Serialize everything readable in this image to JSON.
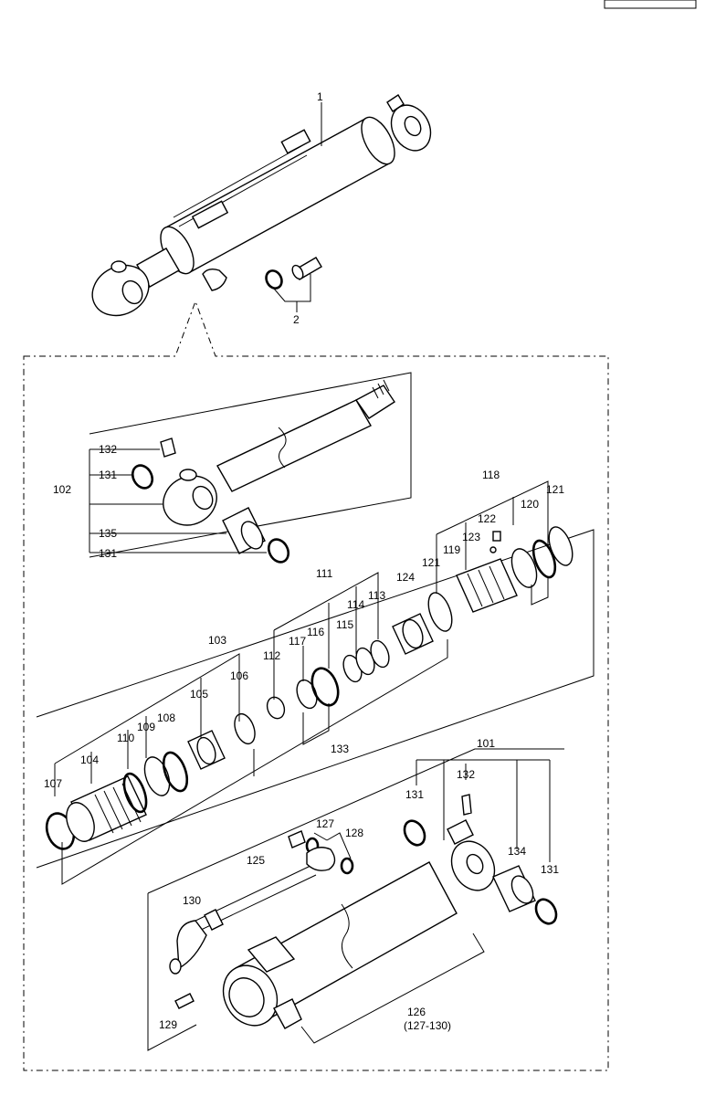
{
  "header_box": "",
  "labels": {
    "l1": "1",
    "l2": "2",
    "l101": "101",
    "l102": "102",
    "l103": "103",
    "l104": "104",
    "l105": "105",
    "l106": "106",
    "l107": "107",
    "l108": "108",
    "l109": "109",
    "l110": "110",
    "l111": "111",
    "l112": "112",
    "l113": "113",
    "l114": "114",
    "l115": "115",
    "l116": "116",
    "l117": "117",
    "l118": "118",
    "l119": "119",
    "l120": "120",
    "l121a": "121",
    "l121b": "121",
    "l122": "122",
    "l123": "123",
    "l124": "124",
    "l125": "125",
    "l126": "126",
    "l126sub": "(127-130)",
    "l127": "127",
    "l128": "128",
    "l129": "129",
    "l130": "130",
    "l131a": "131",
    "l131b": "131",
    "l131c": "131",
    "l131d": "131",
    "l132a": "132",
    "l132b": "132",
    "l133": "133",
    "l134": "134",
    "l135": "135"
  }
}
